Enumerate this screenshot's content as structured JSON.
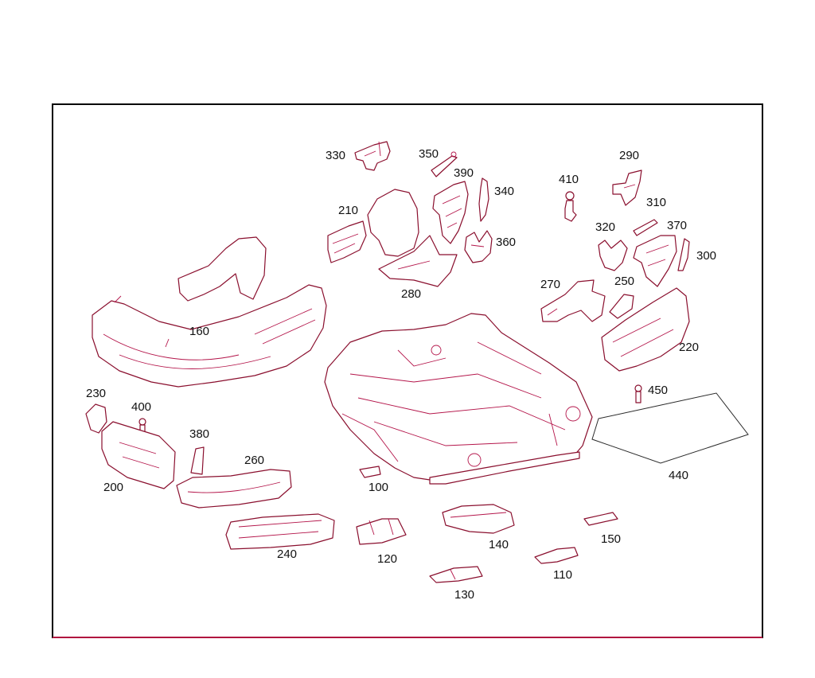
{
  "diagram": {
    "callouts": [
      {
        "id": "c330",
        "label": "330"
      },
      {
        "id": "c350",
        "label": "350"
      },
      {
        "id": "c390",
        "label": "390"
      },
      {
        "id": "c340",
        "label": "340"
      },
      {
        "id": "c290",
        "label": "290"
      },
      {
        "id": "c410",
        "label": "410"
      },
      {
        "id": "c310",
        "label": "310"
      },
      {
        "id": "c210",
        "label": "210"
      },
      {
        "id": "c360",
        "label": "360"
      },
      {
        "id": "c320",
        "label": "320"
      },
      {
        "id": "c370",
        "label": "370"
      },
      {
        "id": "c300",
        "label": "300"
      },
      {
        "id": "c250",
        "label": "250"
      },
      {
        "id": "c270",
        "label": "270"
      },
      {
        "id": "c280",
        "label": "280"
      },
      {
        "id": "c160",
        "label": "160"
      },
      {
        "id": "c220",
        "label": "220"
      },
      {
        "id": "c450",
        "label": "450"
      },
      {
        "id": "c230",
        "label": "230"
      },
      {
        "id": "c400",
        "label": "400"
      },
      {
        "id": "c380",
        "label": "380"
      },
      {
        "id": "c260",
        "label": "260"
      },
      {
        "id": "c200",
        "label": "200"
      },
      {
        "id": "c100",
        "label": "100"
      },
      {
        "id": "c440",
        "label": "440"
      },
      {
        "id": "c240",
        "label": "240"
      },
      {
        "id": "c120",
        "label": "120"
      },
      {
        "id": "c140",
        "label": "140"
      },
      {
        "id": "c150",
        "label": "150"
      },
      {
        "id": "c110",
        "label": "110"
      },
      {
        "id": "c130",
        "label": "130"
      }
    ]
  }
}
